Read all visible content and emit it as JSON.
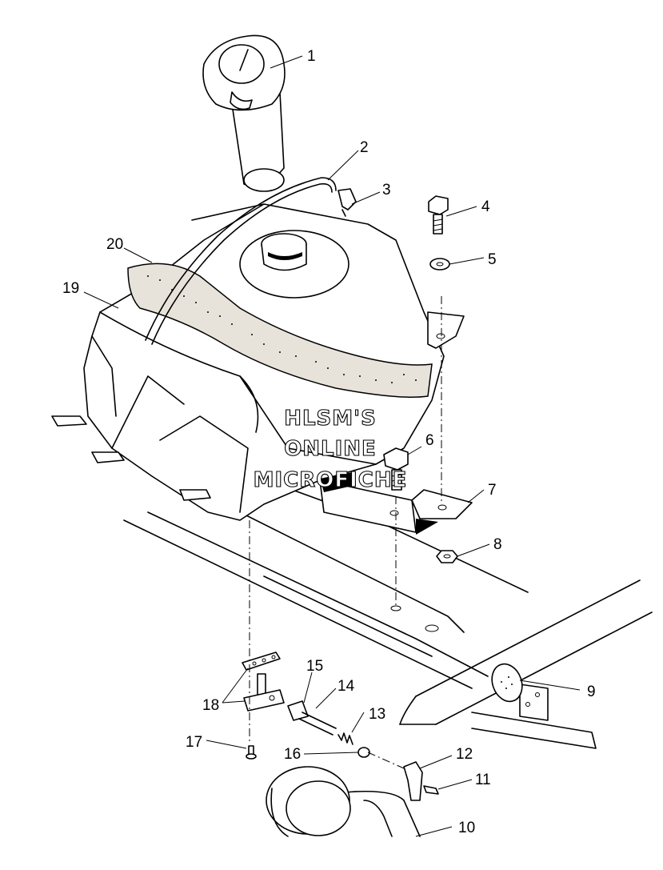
{
  "watermark": {
    "line1": "HLSM'S",
    "line2": "ONLINE",
    "line3": "MICROFICHE"
  },
  "callouts": [
    {
      "id": "1",
      "text": "1"
    },
    {
      "id": "2",
      "text": "2"
    },
    {
      "id": "3",
      "text": "3"
    },
    {
      "id": "4",
      "text": "4"
    },
    {
      "id": "5",
      "text": "5"
    },
    {
      "id": "6",
      "text": "6"
    },
    {
      "id": "7",
      "text": "7"
    },
    {
      "id": "8",
      "text": "8"
    },
    {
      "id": "9",
      "text": "9"
    },
    {
      "id": "10",
      "text": "10"
    },
    {
      "id": "11",
      "text": "11"
    },
    {
      "id": "12",
      "text": "12"
    },
    {
      "id": "13",
      "text": "13"
    },
    {
      "id": "14",
      "text": "14"
    },
    {
      "id": "15",
      "text": "15"
    },
    {
      "id": "16",
      "text": "16"
    },
    {
      "id": "17",
      "text": "17"
    },
    {
      "id": "18",
      "text": "18"
    },
    {
      "id": "19",
      "text": "19"
    },
    {
      "id": "20",
      "text": "20"
    }
  ]
}
